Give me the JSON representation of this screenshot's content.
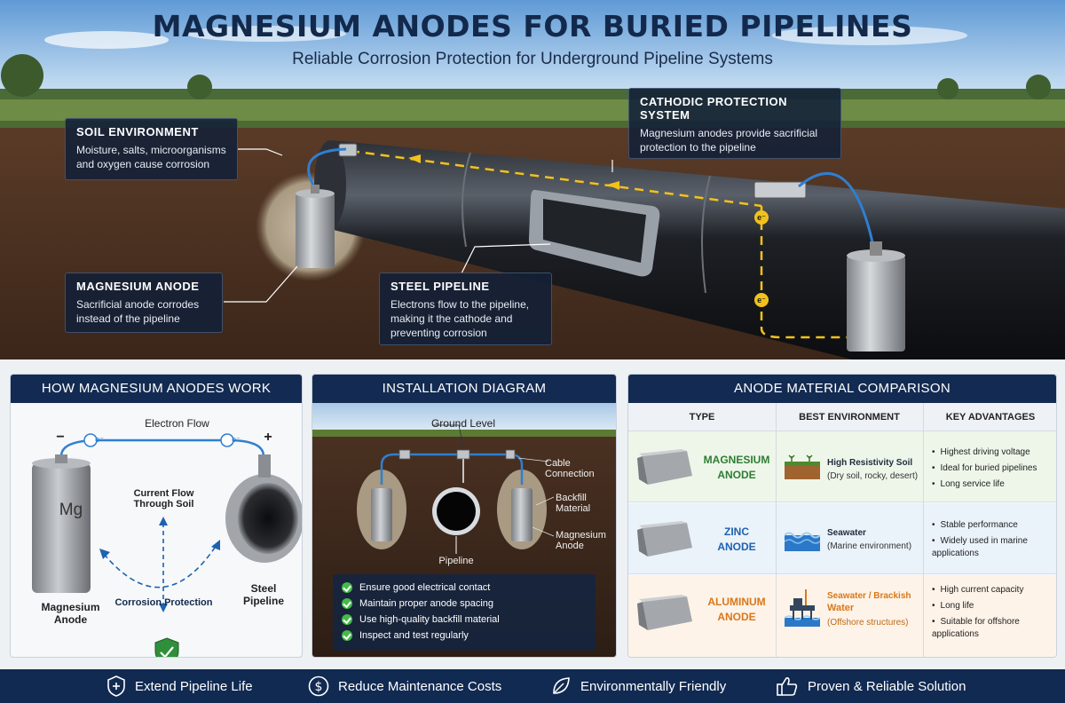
{
  "header": {
    "title": "MAGNESIUM ANODES FOR BURIED PIPELINES",
    "subtitle": "Reliable Corrosion Protection for Underground Pipeline Systems"
  },
  "callouts": {
    "soil": {
      "title": "SOIL ENVIRONMENT",
      "text": "Moisture, salts, microorganisms and oxygen cause corrosion"
    },
    "cathodic": {
      "title": "CATHODIC PROTECTION SYSTEM",
      "text": "Magnesium anodes provide sacrificial protection to the pipeline"
    },
    "anode": {
      "title": "MAGNESIUM ANODE",
      "text": "Sacrificial anode corrodes instead of the pipeline"
    },
    "pipeline": {
      "title": "STEEL PIPELINE",
      "text": "Electrons flow to the pipeline, making it the cathode and preventing corrosion"
    }
  },
  "electron_symbol": "e⁻",
  "how_it_works": {
    "title": "HOW MAGNESIUM ANODES WORK",
    "electron_flow": "Electron Flow",
    "minus": "−",
    "plus": "+",
    "mg": "Mg",
    "anode_label_1": "Magnesium",
    "anode_label_2": "Anode",
    "current_flow_1": "Current Flow",
    "current_flow_2": "Through Soil",
    "pipeline_label_1": "Steel",
    "pipeline_label_2": "Pipeline",
    "corrosion_protection": "Corrosion Protection"
  },
  "installation": {
    "title": "INSTALLATION DIAGRAM",
    "ground_level": "Ground Level",
    "cable_1": "Cable",
    "cable_2": "Connection",
    "backfill_1": "Backfill",
    "backfill_2": "Material",
    "mganode_1": "Magnesium",
    "mganode_2": "Anode",
    "pipeline": "Pipeline",
    "checklist": [
      "Ensure good electrical contact",
      "Maintain proper anode spacing",
      "Use high-quality backfill material",
      "Inspect and test regularly"
    ]
  },
  "comparison": {
    "title": "ANODE MATERIAL COMPARISON",
    "headers": [
      "TYPE",
      "BEST ENVIRONMENT",
      "KEY ADVANTAGES"
    ],
    "rows": [
      {
        "name_1": "MAGNESIUM",
        "name_2": "ANODE",
        "color": "#2e7d32",
        "bg": "#eef6ea",
        "env_1": "High Resistivity Soil",
        "env_2": "",
        "env_note": "(Dry soil, rocky, desert)",
        "advantages": [
          "Highest driving voltage",
          "Ideal for buried pipelines",
          "Long service life"
        ]
      },
      {
        "name_1": "ZINC",
        "name_2": "ANODE",
        "color": "#1e62b0",
        "bg": "#eaf2fa",
        "env_1": "Seawater",
        "env_2": "",
        "env_note": "(Marine environment)",
        "advantages": [
          "Stable performance",
          "Widely used in marine applications"
        ]
      },
      {
        "name_1": "ALUMINUM",
        "name_2": "ANODE",
        "color": "#d9781a",
        "bg": "#fdf3e8",
        "env_1": "Seawater / Brackish",
        "env_2": "Water",
        "env_note": "(Offshore structures)",
        "advantages": [
          "High current capacity",
          "Long life",
          "Suitable for offshore applications"
        ]
      }
    ]
  },
  "footer": [
    {
      "label": "Extend Pipeline Life",
      "icon": "shield-icon"
    },
    {
      "label": "Reduce Maintenance Costs",
      "icon": "dollar-icon"
    },
    {
      "label": "Environmentally Friendly",
      "icon": "leaf-icon"
    },
    {
      "label": "Proven & Reliable Solution",
      "icon": "thumbs-up-icon"
    }
  ],
  "colors": {
    "navy": "#132b52",
    "electron_yellow": "#f2c21b",
    "cable_blue": "#2f7fd1",
    "check_green": "#47b84b"
  }
}
